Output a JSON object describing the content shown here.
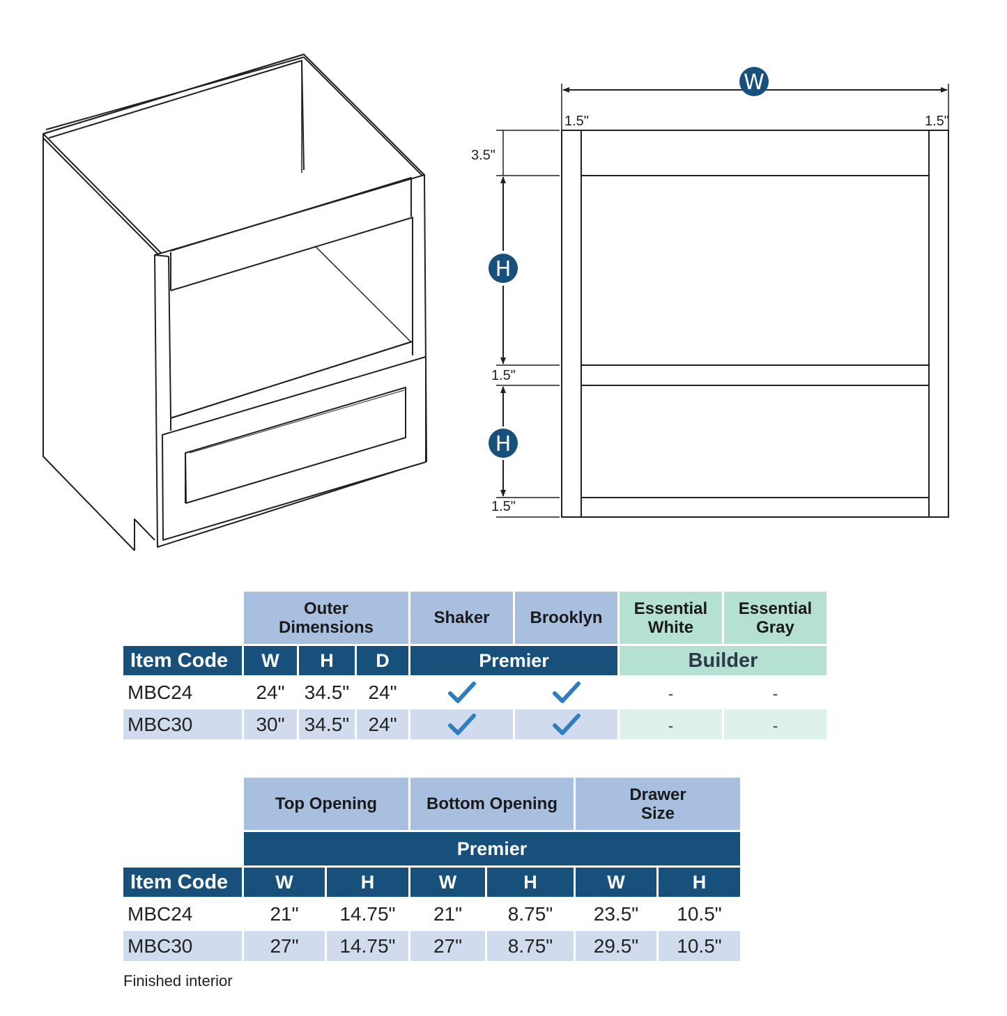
{
  "diagram": {
    "width_label": "W",
    "height_label": "H",
    "dims": {
      "left_stile": "1.5\"",
      "right_stile": "1.5\"",
      "top_rail": "3.5\"",
      "middle_rail": "1.5\"",
      "bottom_rail": "1.5\""
    }
  },
  "table1": {
    "headers": {
      "outer_dimensions": "Outer Dimensions",
      "shaker": "Shaker",
      "brooklyn": "Brooklyn",
      "essential_white": "Essential White",
      "essential_gray": "Essential Gray"
    },
    "subheaders": {
      "item_code": "Item Code",
      "w": "W",
      "h": "H",
      "d": "D",
      "premier": "Premier",
      "builder": "Builder"
    },
    "rows": [
      {
        "code": "MBC24",
        "w": "24\"",
        "h": "34.5\"",
        "d": "24\"",
        "shaker": "check",
        "brooklyn": "check",
        "white": "-",
        "gray": "-"
      },
      {
        "code": "MBC30",
        "w": "30\"",
        "h": "34.5\"",
        "d": "24\"",
        "shaker": "check",
        "brooklyn": "check",
        "white": "-",
        "gray": "-"
      }
    ]
  },
  "table2": {
    "headers": {
      "top_opening": "Top Opening",
      "bottom_opening": "Bottom Opening",
      "drawer_size": "Drawer Size"
    },
    "premier": "Premier",
    "subheaders": {
      "item_code": "Item Code",
      "w1": "W",
      "h1": "H",
      "w2": "W",
      "h2": "H",
      "w3": "W",
      "h3": "H"
    },
    "rows": [
      {
        "code": "MBC24",
        "tw": "21\"",
        "th": "14.75\"",
        "bw": "21\"",
        "bh": "8.75\"",
        "dw": "23.5\"",
        "dh": "10.5\""
      },
      {
        "code": "MBC30",
        "tw": "27\"",
        "th": "14.75\"",
        "bw": "27\"",
        "bh": "8.75\"",
        "dw": "29.5\"",
        "dh": "10.5\""
      }
    ]
  },
  "footnote": "Finished interior",
  "colors": {
    "dark_blue": "#17507b",
    "light_blue": "#a8bfdf",
    "teal": "#b5e1d2",
    "check_blue": "#2f7fc0"
  }
}
